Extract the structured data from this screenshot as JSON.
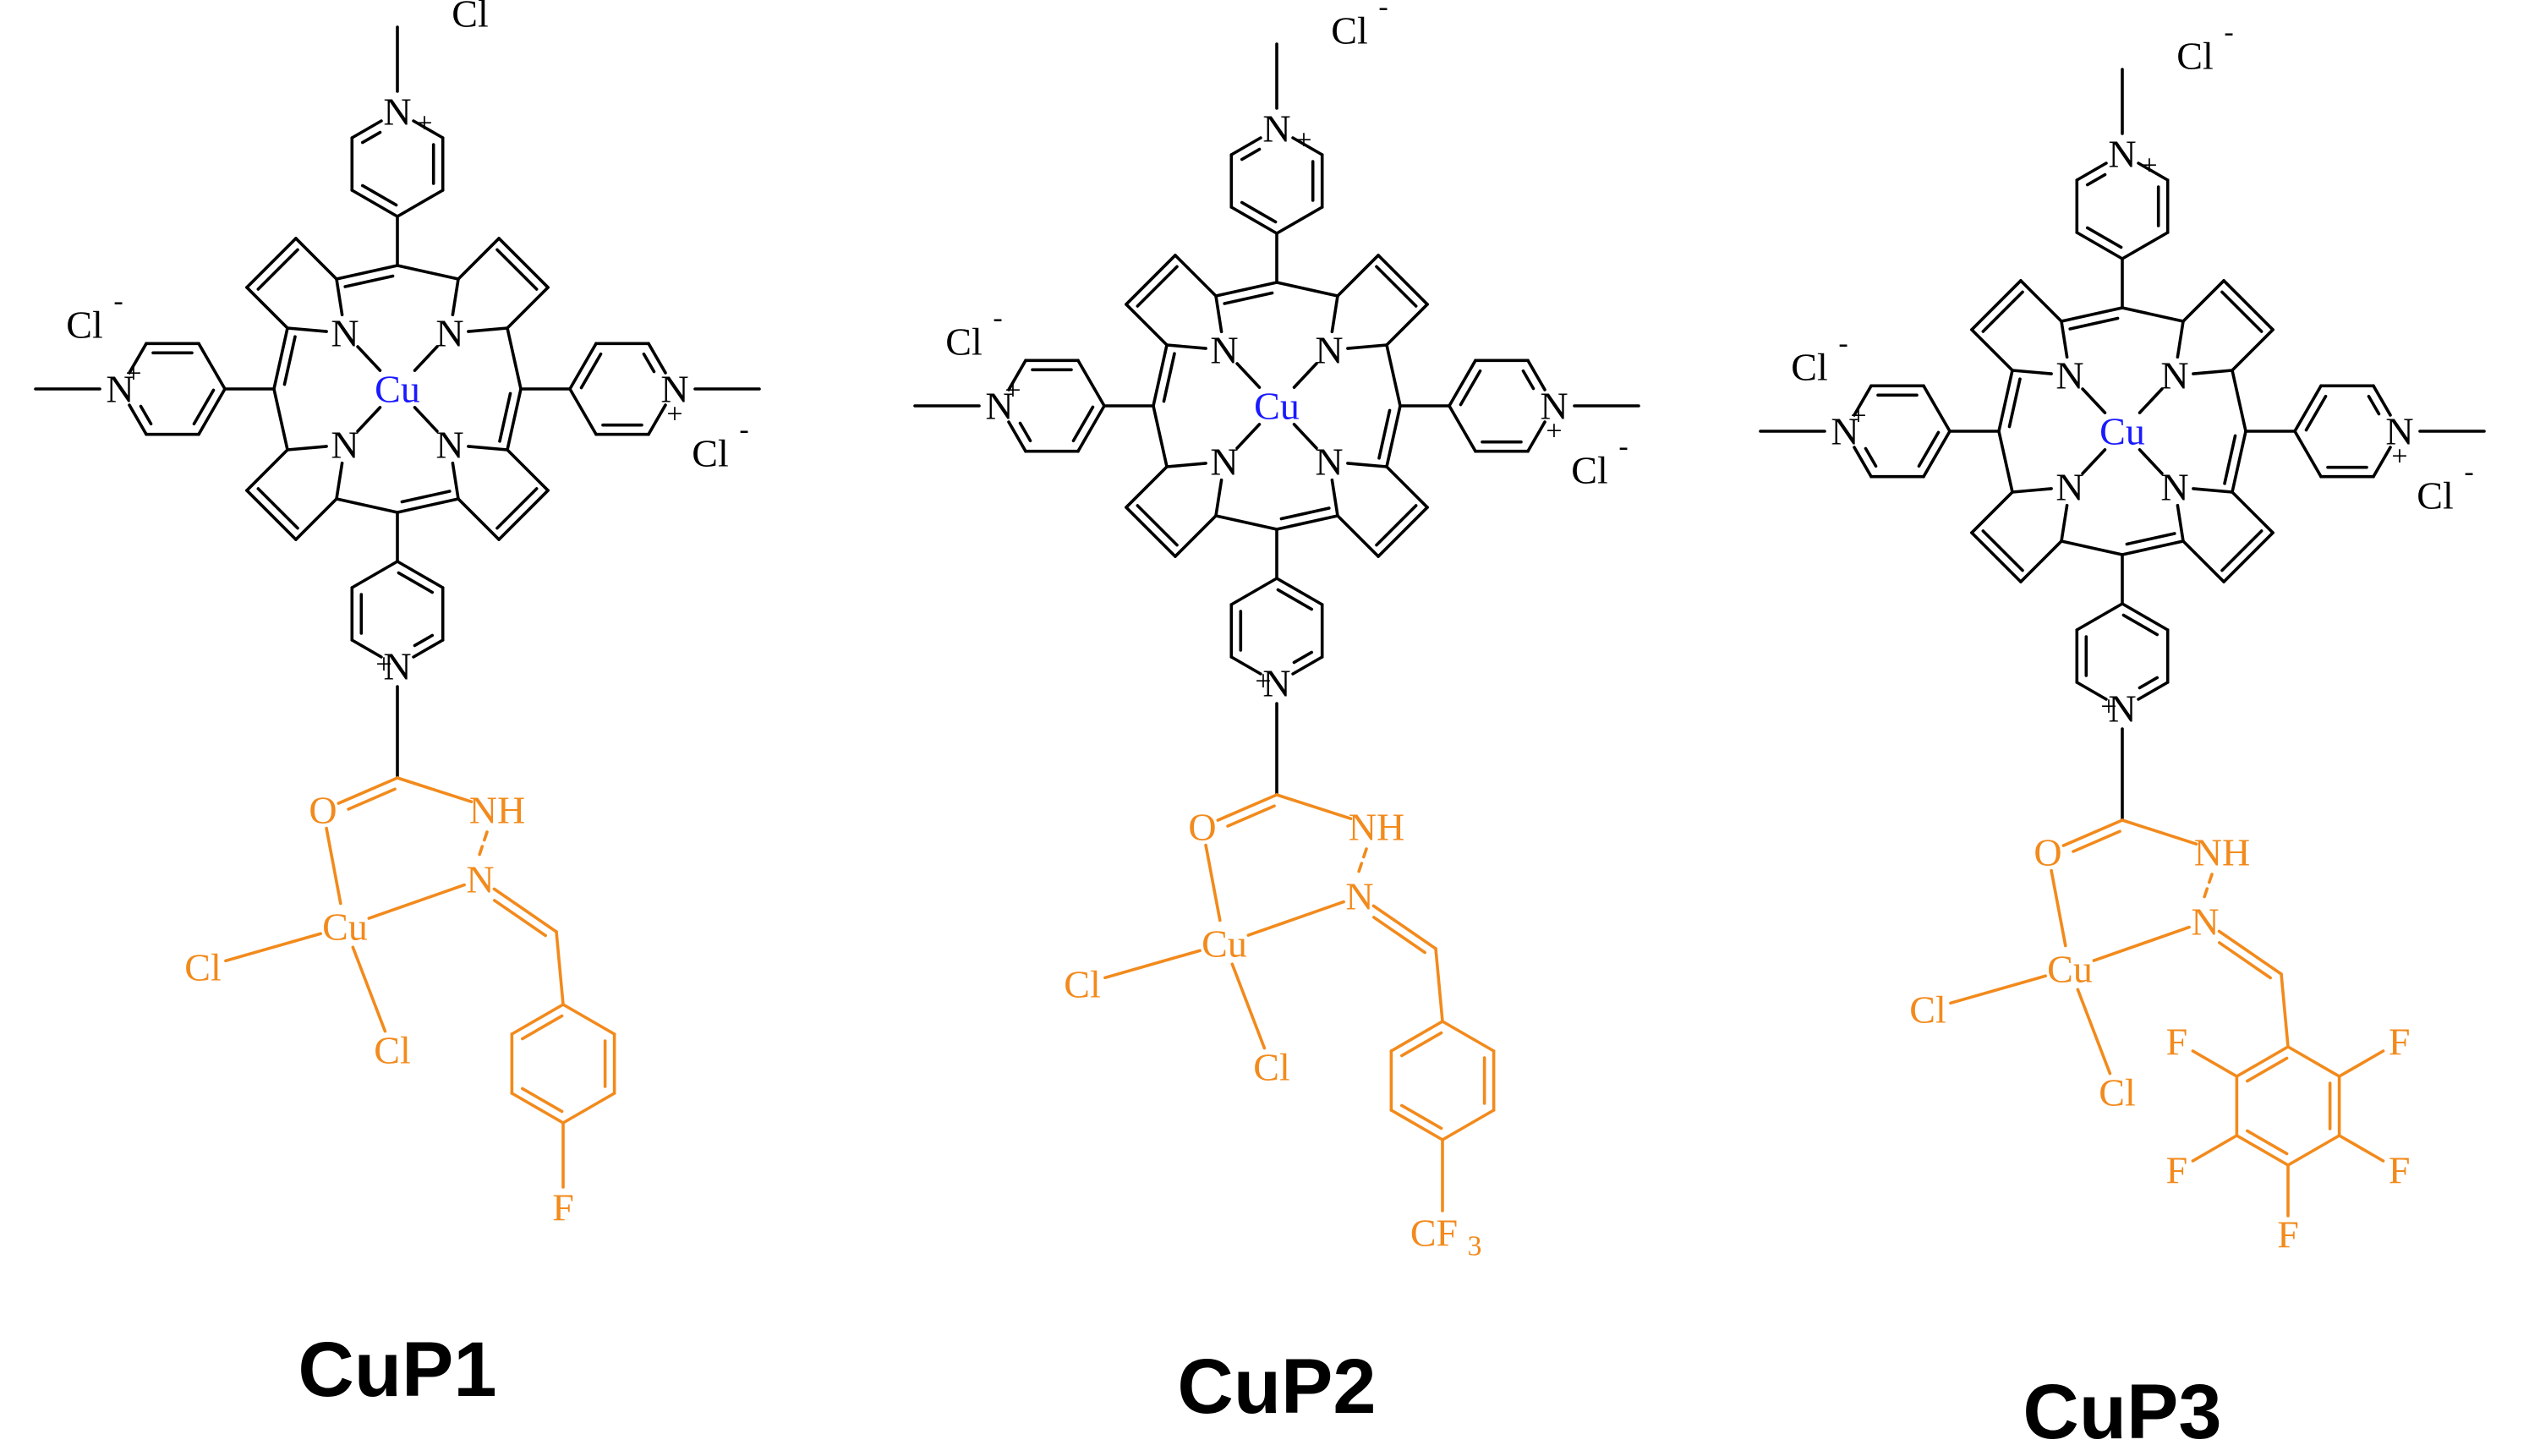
{
  "colors": {
    "core": "#000000",
    "metal": "#1a1aff",
    "substituent": "#f28a1c",
    "background": "#ffffff"
  },
  "labels": {
    "n": "N",
    "n_plus": "N+",
    "plus": "+",
    "cl": "Cl",
    "cl_minus": "Cl-",
    "minus": "-",
    "cu": "Cu",
    "o": "O",
    "nh": "NH",
    "f": "F",
    "cf3": "CF3",
    "cf": "CF",
    "sub3": "3"
  },
  "compounds": [
    {
      "name": "CuP1",
      "substituent": "4-fluorophenyl"
    },
    {
      "name": "CuP2",
      "substituent": "4-(trifluoromethyl)phenyl"
    },
    {
      "name": "CuP3",
      "substituent": "pentafluorophenyl"
    }
  ]
}
